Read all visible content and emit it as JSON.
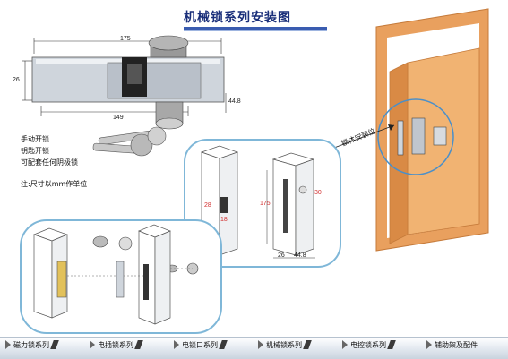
{
  "title": "机械锁系列安装图",
  "notes": {
    "line1": "手动开锁",
    "line2": "钥匙开锁",
    "line3": "可配套任何阴极锁",
    "line4": "注:尺寸以mm作单位"
  },
  "dimensions": {
    "length_top": "175",
    "height_left": "26",
    "length_bottom": "149",
    "right_side": "44.8",
    "cutout_h": "28",
    "cutout_w": "18",
    "depth": "175",
    "hole": "30",
    "base_w": "26",
    "base_d": "44.8"
  },
  "callout": "锁体安装位",
  "colors": {
    "title": "#1a2f7a",
    "panel_border": "#7fb7d8",
    "door": "#e9a05e",
    "door_edge": "#c57a3a",
    "dim_red": "#d23030"
  },
  "nav": [
    {
      "label": "磁力锁系列",
      "icon": "triangle-marker-icon"
    },
    {
      "label": "电插锁系列",
      "icon": "triangle-marker-icon"
    },
    {
      "label": "电锁口系列",
      "icon": "triangle-marker-icon"
    },
    {
      "label": "机械锁系列",
      "icon": "triangle-marker-icon"
    },
    {
      "label": "电控锁系列",
      "icon": "triangle-marker-icon"
    },
    {
      "label": "辅助架及配件",
      "icon": "triangle-marker-icon"
    }
  ]
}
